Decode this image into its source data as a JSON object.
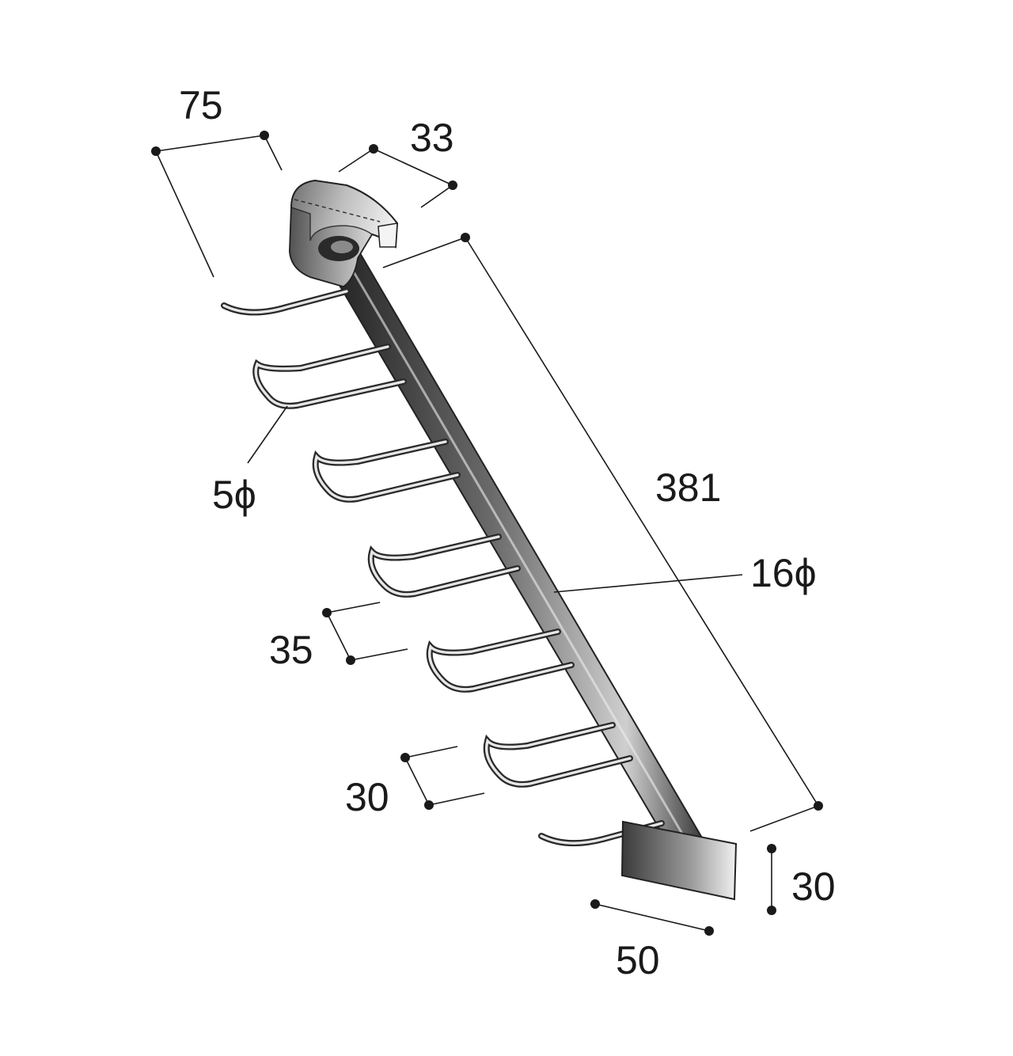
{
  "diagram": {
    "dimensions": {
      "hanger_depth": "75",
      "bracket_width": "33",
      "rail_length": "381",
      "hook_diameter": "5ϕ",
      "rail_diameter": "16ϕ",
      "hook_pitch": "35",
      "hook_spacing": "30",
      "plate_height": "30",
      "plate_width": "50"
    }
  }
}
